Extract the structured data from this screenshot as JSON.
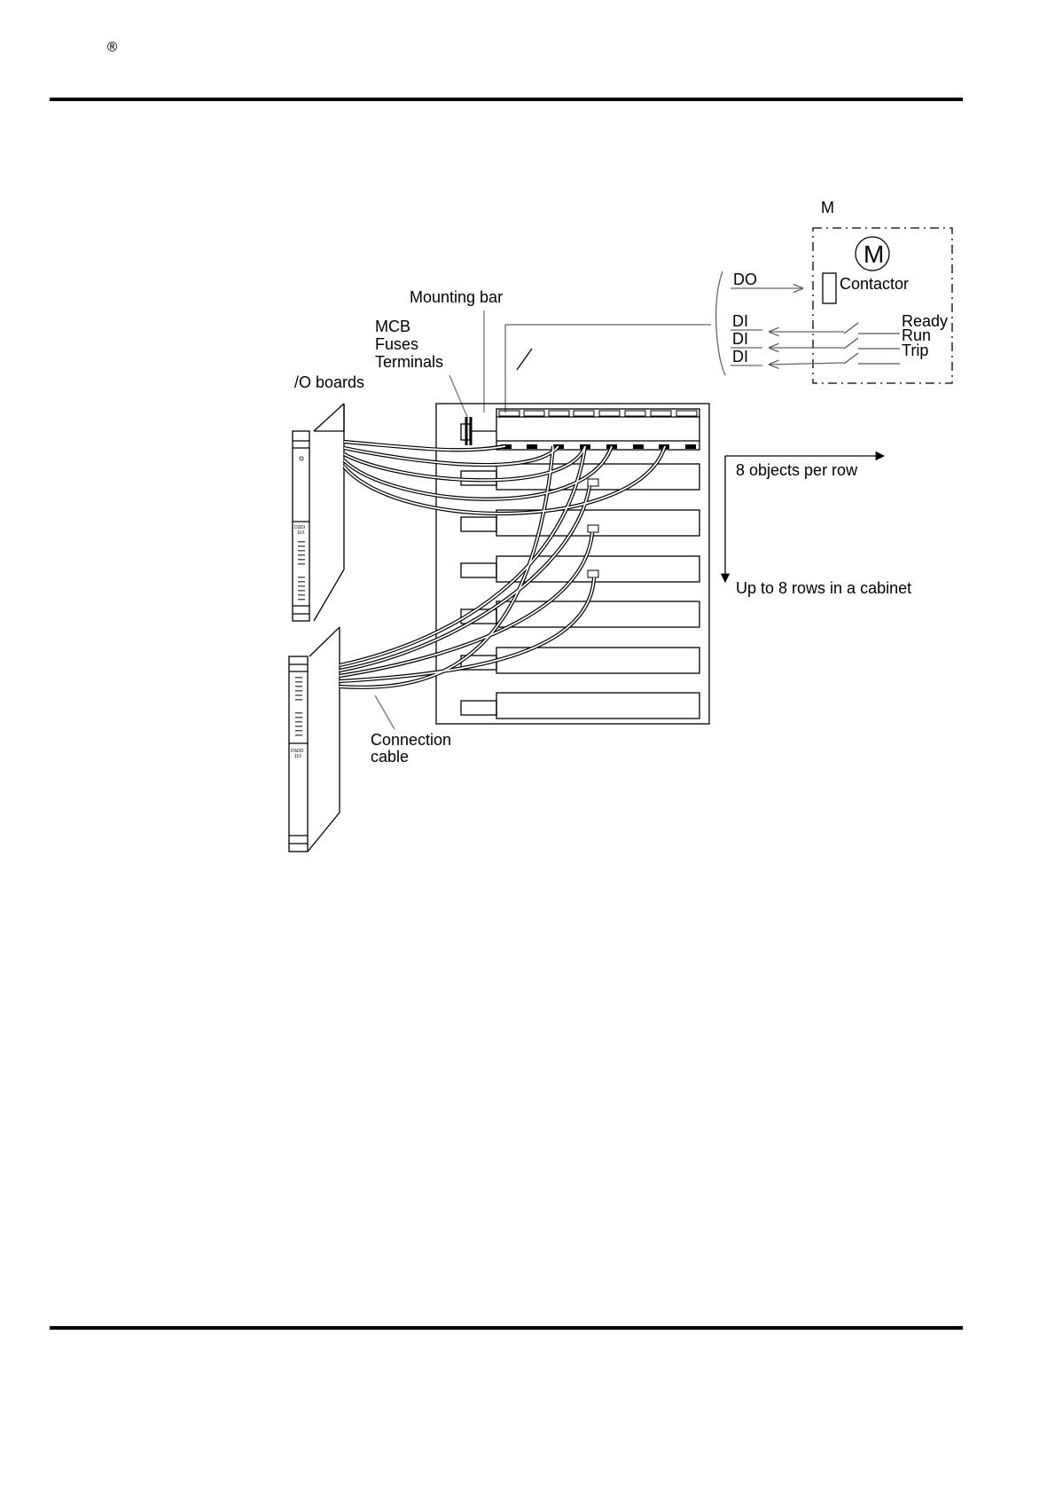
{
  "header": {
    "registered_mark": "®"
  },
  "diagram": {
    "labels": {
      "motor_object": "M",
      "motor_symbol": "M",
      "contactor": "Contactor",
      "do": "DO",
      "di_1": "DI",
      "di_2": "DI",
      "di_3": "DI",
      "ready": "Ready",
      "run": "Run",
      "trip": "Trip",
      "mounting_bar": "Mounting bar",
      "mcb": "MCB",
      "fuses": "Fuses",
      "terminals": "Terminals",
      "io_boards": "/O boards",
      "objects_per_row": "8 objects per row",
      "rows_per_cabinet": "Up to 8 rows in a cabinet",
      "connection": "Connection",
      "cable": "cable",
      "board1_name": "DSDI",
      "board1_num": "110",
      "board2_name": "DSDO",
      "board2_num": "110"
    }
  }
}
